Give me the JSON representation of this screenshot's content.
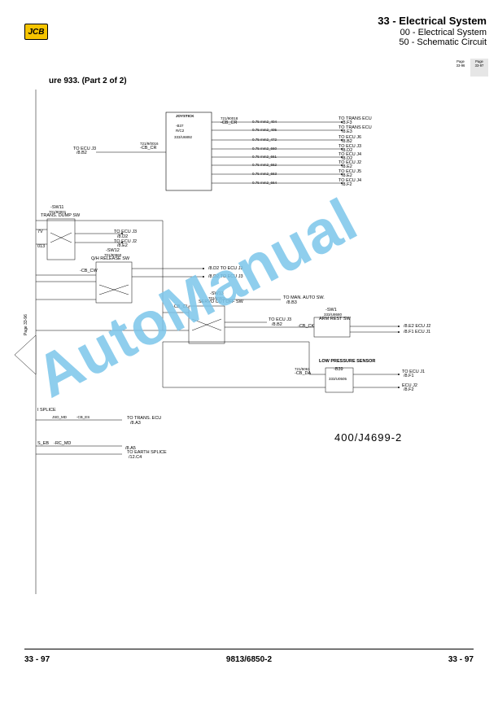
{
  "header": {
    "logo_text": "JCB",
    "section_title": "33 - Electrical System",
    "subsection": "00 - Electrical System",
    "topic": "50 - Schematic Circuit"
  },
  "page_tabs": [
    {
      "label": "Page",
      "value": "33-96"
    },
    {
      "label": "Page",
      "value": "33-97"
    }
  ],
  "figure": {
    "title": "ure 933. (Part 2 of 2)",
    "drawing_ref": "400/J4699-2",
    "side_tab": "Page 33-96"
  },
  "diagram": {
    "joystick": {
      "title": "JOYSTICK",
      "part": "721/90018",
      "conn": "-CB_CR",
      "ref": "-B37",
      "sub": "R/C2",
      "code": "333/U6892"
    },
    "joystick_outputs": [
      {
        "wire": "0.75 mm2_404",
        "text": "TO TRANS ECU",
        "ref": "/8.F3"
      },
      {
        "wire": "0.75 mm2_405",
        "text": "TO TRANS ECU",
        "ref": "/8.E3"
      },
      {
        "wire": "0.75 mm2_472",
        "text": "TO ECU J6",
        "ref": "/8.B2"
      },
      {
        "wire": "0.75 mm2_660",
        "text": "TO ECU J3",
        "ref": "/8.D2"
      },
      {
        "wire": "0.75 mm2_661",
        "text": "TO ECU J4",
        "ref": "/8.D2"
      },
      {
        "wire": "0.75 mm2_662",
        "text": "TO ECU J2",
        "ref": "/8.E2"
      },
      {
        "wire": "0.75 mm2_663",
        "text": "TO ECU J5",
        "ref": "/8.E2"
      },
      {
        "wire": "0.75 mm2_664",
        "text": "TO ECU J4",
        "ref": "/8.F2"
      }
    ],
    "ecu_in": {
      "text": "TO ECU J3",
      "ref": "/8.B2",
      "part": "721/9/0016",
      "conn": "-CB_CR"
    },
    "sw11": {
      "name": "-SW11",
      "part": "701/80001",
      "title": "TRANS. DUMP SW",
      "v": "7V",
      "code": "013"
    },
    "sw11_outputs": [
      {
        "text": "TO ECU J3",
        "ref": "/8.D2"
      },
      {
        "text": "TO ECU J2",
        "ref": "/8.E2"
      }
    ],
    "sw12": {
      "name": "-SW12",
      "part": "701/80960",
      "title": "Q/H RELEASE SW",
      "conn": "-CB_CW"
    },
    "sw12_outputs": [
      {
        "text": "/8.D2 TO ECU J3"
      },
      {
        "text": "/8.D2 TO ECU J3"
      }
    ],
    "sw13": {
      "name": "-SW13",
      "part": "701/80001",
      "title": "SERVO CUT OFF SW",
      "conn": "-CB_CL"
    },
    "man_auto": {
      "text": "TO MAN. AUTO SW.",
      "ref": "/8.B3"
    },
    "sw13_out": {
      "text": "TO ECU J3",
      "ref": "/8.B2"
    },
    "sw1": {
      "name": "-SW1",
      "part": "333/U8680",
      "title": "ARM REST SW",
      "conn": "-CB_CK"
    },
    "sw1_outputs": [
      {
        "text": "/8.E2 ECU J2"
      },
      {
        "text": "/8.F1 ECU J1"
      }
    ],
    "lps": {
      "title": "LOW PRESSURE SENSOR",
      "part": "721/5061",
      "conn": "-CB_DA",
      "ref": "-B39",
      "code": "333/U0505"
    },
    "lps_outputs": [
      {
        "text": "TO ECU J1",
        "ref": "/8.F1"
      },
      {
        "text": "ECU J2",
        "ref": "/8.F2"
      }
    ],
    "splice": {
      "title": "I SPLICE",
      "left": "JSD_MD",
      "right": "-CB_ES",
      "to": "TO TRANS. ECU",
      "ref": "/8.A3"
    },
    "bottom": {
      "left": "S_EB",
      "mid": "-RC_MD",
      "ref1": "/8.A5",
      "earth": "TO EARTH SPLICE",
      "ref2": "/12.C4"
    }
  },
  "watermark": "AutoManual",
  "footer": {
    "left": "33 - 97",
    "center": "9813/6850-2",
    "right": "33 - 97"
  }
}
